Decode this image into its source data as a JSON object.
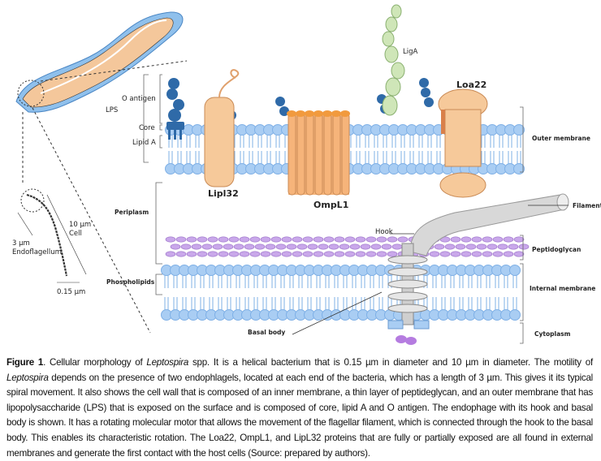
{
  "labels": {
    "lps": "LPS",
    "o_antigen": "O antigen",
    "core": "Core",
    "lipid_a": "Lipid A",
    "periplasm": "Periplasm",
    "phospholipids": "Phospholipids",
    "basal_body": "Basal body",
    "hook": "Hook",
    "lipl32": "Lipl32",
    "ompl1": "OmpL1",
    "liga": "LigA",
    "loa22": "Loa22",
    "outer_membrane": "Outer membrane",
    "filament": "Filament",
    "peptidoglycan": "Peptidoglycan",
    "internal_membrane": "Internal membrane",
    "cytoplasm": "Cytoplasm",
    "endoflagellum_len": "3 µm",
    "endoflagellum": "Endoflagellum",
    "cell_len": "10 µm",
    "cell": "Cell",
    "diameter": "0.15 µm"
  },
  "caption": {
    "label": "Figure 1",
    "parts": [
      ". Cellular morphology of ",
      "Leptospira",
      " spp. It is a helical bacterium that is 0.15 µm in diameter and 10 µm in diameter. The motility of ",
      "Leptospira",
      " depends on the presence of two endophlagels, located at each end of the bacteria, which has a length of 3 µm. This gives it its typical spiral movement. It also shows the cell wall that is composed of an inner membrane, a thin layer of peptideglycan, and an outer membrane that has lipopolysaccharide (LPS) that is exposed on the surface and is composed of core, lipid A and O antigen. The endophage with its hook and basal body is shown. It has a rotating molecular motor that allows the movement of the flagellar filament, which is connected through the hook to the basal body. This enables its characteristic rotation. The Loa22, OmpL1, and LipL32 proteins that are fully or partially exposed are all found in external membranes and generate the first contact with the host cells (Source: prepared by authors)."
    ]
  },
  "colors": {
    "lipid": "#a9cdf3",
    "lps": "#2f6aa8",
    "protein": "#f6c99a",
    "ompl1": "#f19a3e",
    "peptidoglycan": "#c9a8ea",
    "liga": "#cfe6b8"
  }
}
